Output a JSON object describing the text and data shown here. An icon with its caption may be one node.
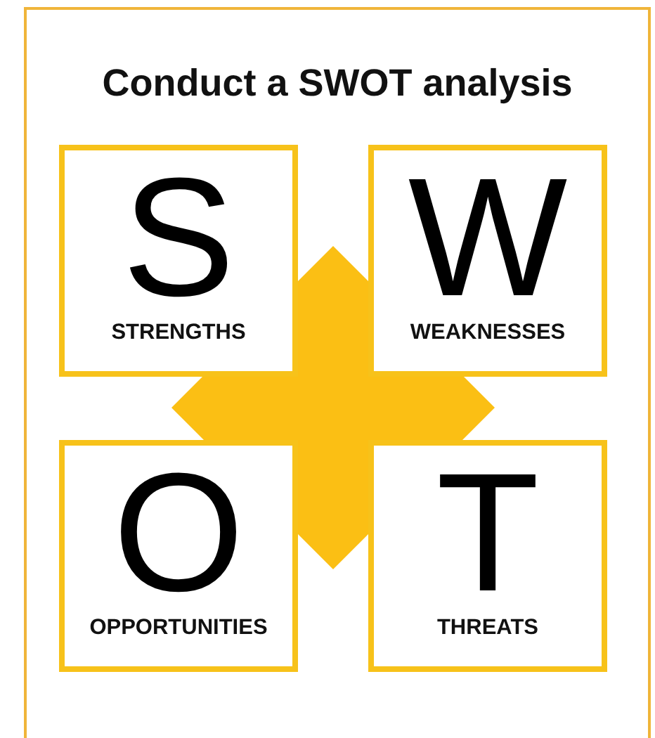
{
  "diagram": {
    "title": "Conduct a SWOT analysis",
    "nodes": [
      {
        "text": [
          "S",
          "STRENGTHS"
        ]
      },
      {
        "text": [
          "W",
          "WEAKNESSES"
        ]
      },
      {
        "text": [
          "O",
          "OPPORTUNITIES"
        ]
      },
      {
        "text": [
          "T",
          "THREATS"
        ]
      }
    ]
  }
}
